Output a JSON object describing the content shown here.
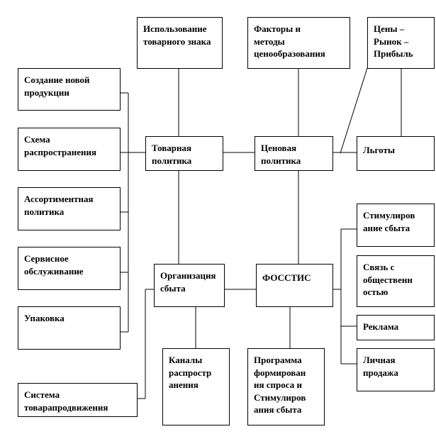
{
  "diagram": {
    "nodes": {
      "trademark": "Использование\nтоварного знака",
      "pricing_factors": "Факторы и\nметоды\nценообразования",
      "price_market_profit": "Цены –\nРынок –\nПрибыль",
      "new_products": "Создание новой\nпродукции",
      "distribution_scheme": "Схема\nраспространения",
      "product_policy": "Товарная\nполитика",
      "price_policy": "Ценовая\nполитика",
      "benefits": "Льготы",
      "assortment_policy": "Ассортиментная\nполитика",
      "sales_stimulation": "Стимулиров\nание сбыта",
      "service": "Сервисное\nобслуживание",
      "sales_organization": "Организация\nсбыта",
      "fosstis": "ФОССТИС",
      "public_relations": "Связь с\nобщественн\nостью",
      "packaging": "Упаковка",
      "advertising": "Реклама",
      "distribution_channels": "Каналы\nраспростр\nанения",
      "demand_program": "Программа\nформирован\nия спроса и\nСтимулиров\nания сбыта",
      "personal_sales": "Личная\nпродажа",
      "promotion_system": "Система\nтоварапродвижения"
    }
  }
}
